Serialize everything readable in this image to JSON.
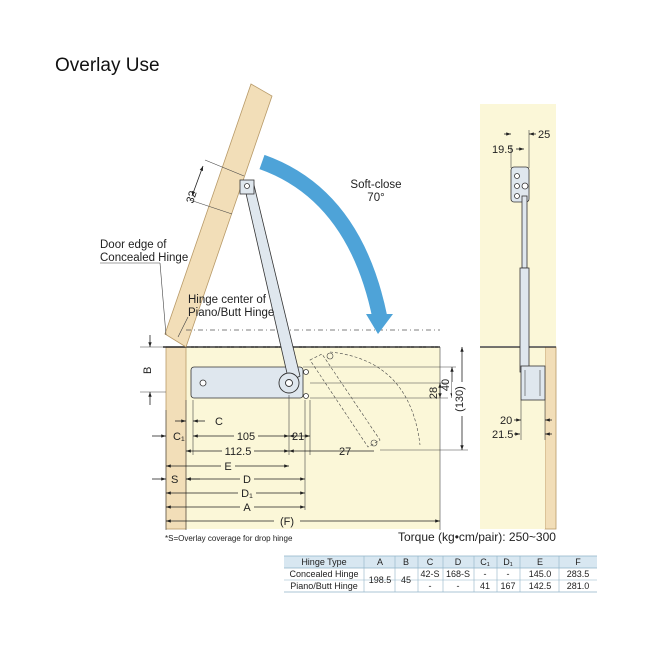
{
  "title": "Overlay Use",
  "colors": {
    "wood": "#f2deb8",
    "wood_edge": "#b89a68",
    "panel": "#fbf7d8",
    "arm": "#dfe7ee",
    "arrow": "#4ea3d8",
    "table_header": "#d8e7f1"
  },
  "labels": {
    "door_edge_line1": "Door edge of",
    "door_edge_line2": "Concealed Hinge",
    "hinge_center_line1": "Hinge center of",
    "hinge_center_line2": "Piano/Butt Hinge",
    "soft_close_line1": "Soft-close",
    "soft_close_line2": "70°",
    "footnote": "*S=Overlay coverage for drop hinge",
    "torque": "Torque (kg•cm/pair): 250~300"
  },
  "dimensions": {
    "d32": "32",
    "b": "B",
    "c": "C",
    "c1": "C₁",
    "d105": "105",
    "d21": "21",
    "d112_5": "112.5",
    "d27": "27",
    "e": "E",
    "s": "S",
    "d": "D",
    "d1": "D₁",
    "a": "A",
    "f": "(F)",
    "d28": "28",
    "d40": "40",
    "d130": "(130)",
    "d25": "25",
    "d19_5": "19.5",
    "d20": "20",
    "d21_5": "21.5"
  },
  "table": {
    "headers": [
      "Hinge Type",
      "A",
      "B",
      "C",
      "D",
      "C₁",
      "D₁",
      "E",
      "F"
    ],
    "rows": [
      [
        "Concealed Hinge",
        "198.5",
        "45",
        "42-S",
        "168-S",
        "-",
        "-",
        "145.0",
        "283.5"
      ],
      [
        "Piano/Butt Hinge",
        "198.5",
        "45",
        "-",
        "-",
        "41",
        "167",
        "142.5",
        "281.0"
      ]
    ]
  }
}
